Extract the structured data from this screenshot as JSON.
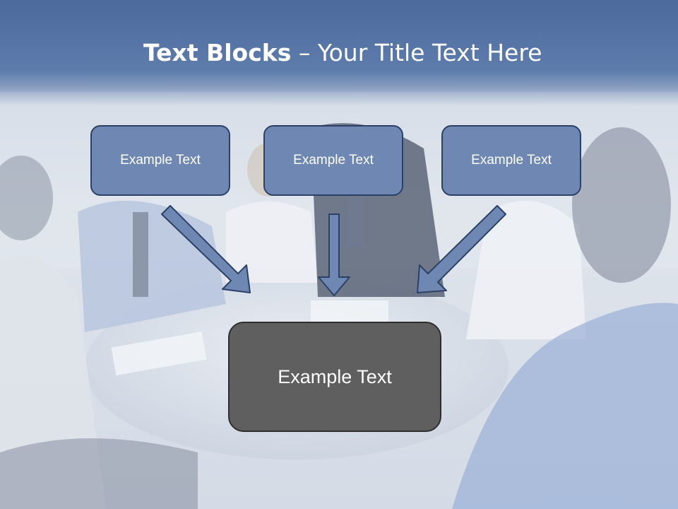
{
  "slide": {
    "title_bold": "Text Blocks",
    "title_separator": " – ",
    "title_rest": "Your Title Text Here",
    "top_boxes": [
      "Example Text",
      "Example Text",
      "Example Text"
    ],
    "main_box": "Example Text"
  },
  "colors": {
    "header": "#4c6a9c",
    "box_fill": "#6e87b3",
    "box_border": "#2d4166",
    "main_fill": "#5f5f5f",
    "arrow": "#6e87b3"
  }
}
